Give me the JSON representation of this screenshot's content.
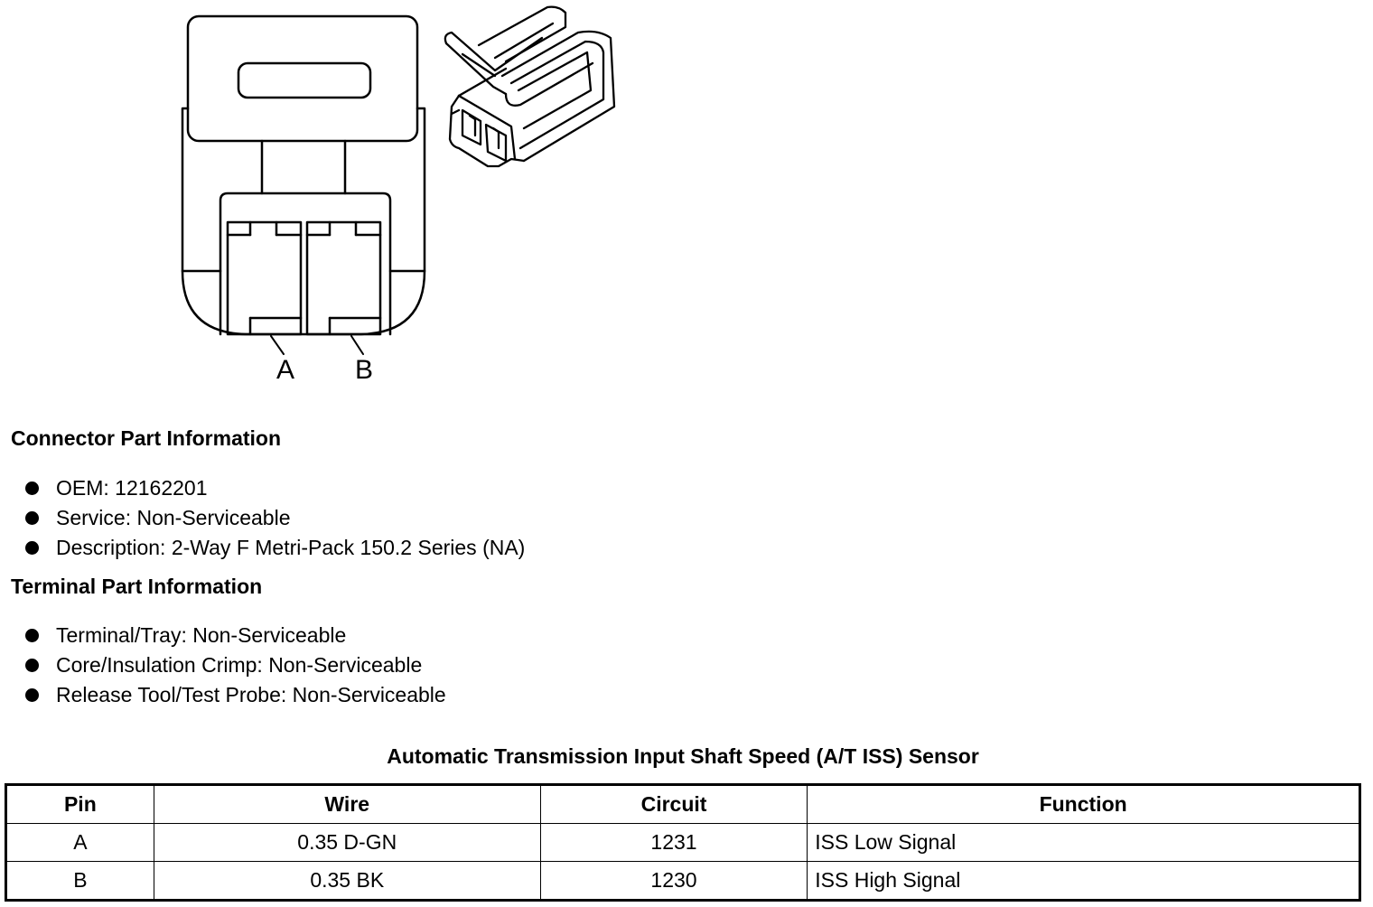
{
  "diagram": {
    "pin_labels": [
      "A",
      "B"
    ]
  },
  "connector_info": {
    "heading": "Connector Part Information",
    "items": [
      "OEM: 12162201",
      "Service: Non-Serviceable",
      "Description: 2-Way F Metri-Pack 150.2 Series (NA)"
    ]
  },
  "terminal_info": {
    "heading": "Terminal Part Information",
    "items": [
      "Terminal/Tray: Non-Serviceable",
      "Core/Insulation Crimp: Non-Serviceable",
      "Release Tool/Test Probe: Non-Serviceable"
    ]
  },
  "table": {
    "title": "Automatic Transmission Input Shaft Speed (A/T ISS) Sensor",
    "headers": [
      "Pin",
      "Wire",
      "Circuit",
      "Function"
    ],
    "rows": [
      [
        "A",
        "0.35 D-GN",
        "1231",
        "ISS Low Signal"
      ],
      [
        "B",
        "0.35 BK",
        "1230",
        "ISS High Signal"
      ]
    ]
  }
}
